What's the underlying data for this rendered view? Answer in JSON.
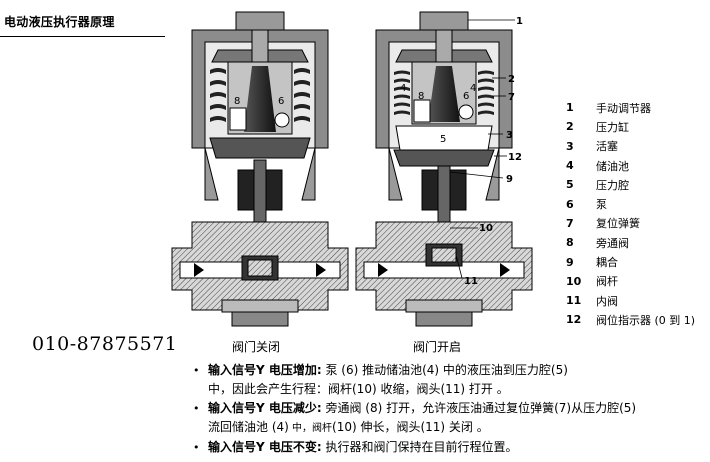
{
  "title": "电动液压执行器原理",
  "contact": "010-87875571",
  "diagram": {
    "left_caption": "阀门关闭",
    "right_caption": "阀门开启",
    "callouts": [
      "1",
      "2",
      "7",
      "3",
      "12",
      "9",
      "10",
      "11"
    ],
    "chamber_labels": [
      "4",
      "4",
      "5",
      "8",
      "6",
      "8",
      "6"
    ]
  },
  "legend": [
    {
      "num": "1",
      "label": "手动调节器"
    },
    {
      "num": "2",
      "label": "压力缸"
    },
    {
      "num": "3",
      "label": "活塞"
    },
    {
      "num": "4",
      "label": "储油池"
    },
    {
      "num": "5",
      "label": "压力腔"
    },
    {
      "num": "6",
      "label": "泵"
    },
    {
      "num": "7",
      "label": "复位弹簧"
    },
    {
      "num": "8",
      "label": "旁通阀"
    },
    {
      "num": "9",
      "label": "耦合"
    },
    {
      "num": "10",
      "label": "阀杆"
    },
    {
      "num": "11",
      "label": "内阀"
    },
    {
      "num": "12",
      "label": "阀位指示器 (0 到 1)"
    }
  ],
  "notes": [
    {
      "bullet": "•",
      "bold": "输入信号Y 电压增加:",
      "text": " 泵 (6) 推动储油池(4) 中的液压油到压力腔(5)",
      "cont": "中，因此会产生行程：阀杆(10) 收缩，阀头(11) 打开 。"
    },
    {
      "bullet": "•",
      "bold": "输入信号Y 电压减少:",
      "text": " 旁通阀 (8) 打开，允许液压油通过复位弹簧(7)从压力腔(5)",
      "cont_a": "流回储油池 (4)",
      "cont_small": " 中，阀杆",
      "cont_b": "(10) 伸长，阀头(11) 关闭 。"
    },
    {
      "bullet": "•",
      "bold": "输入信号Y 电压不变:",
      "text": "  执行器和阀门保持在目前行程位置。"
    }
  ]
}
